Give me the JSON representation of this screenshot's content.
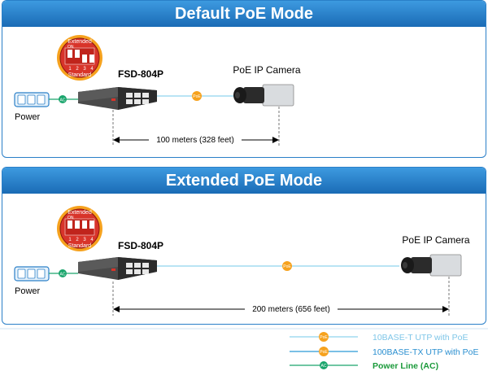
{
  "panels": [
    {
      "title": "Default PoE Mode",
      "dip": {
        "top": "Extended",
        "on": "ON",
        "nums": [
          "1",
          "2",
          "3",
          "4"
        ],
        "bottom": "Standard"
      },
      "switch_label": "FSD-804P",
      "camera_label": "PoE IP Camera",
      "power_label": "Power",
      "distance": "100 meters (328 feet)",
      "poe_badge": "PoE",
      "ac_badge": "AC"
    },
    {
      "title": "Extended PoE Mode",
      "dip": {
        "top": "Extended",
        "on": "ON",
        "nums": [
          "1",
          "2",
          "3",
          "4"
        ],
        "bottom": "Standard"
      },
      "switch_label": "FSD-804P",
      "camera_label": "PoE IP Camera",
      "power_label": "Power",
      "distance": "200 meters (656 feet)",
      "poe_badge": "PoE",
      "ac_badge": "AC"
    }
  ],
  "legend": [
    {
      "label": "10BASE-T UTP with PoE",
      "color": "#8fd3ee",
      "badge": "PoE",
      "text_color": "#7fc6e8"
    },
    {
      "label": "100BASE-TX UTP with PoE",
      "color": "#2a9bd8",
      "badge": "PoE",
      "text_color": "#2a8fd0"
    },
    {
      "label": "Power Line (AC)",
      "color": "#1aa56c",
      "badge": "AC",
      "text_color": "#1a9a3a"
    }
  ],
  "colors": {
    "accent": "#1a6bb5",
    "dip_red": "#d8342a",
    "poe_orange": "#f6a21e",
    "ac_green": "#1aa56c"
  }
}
